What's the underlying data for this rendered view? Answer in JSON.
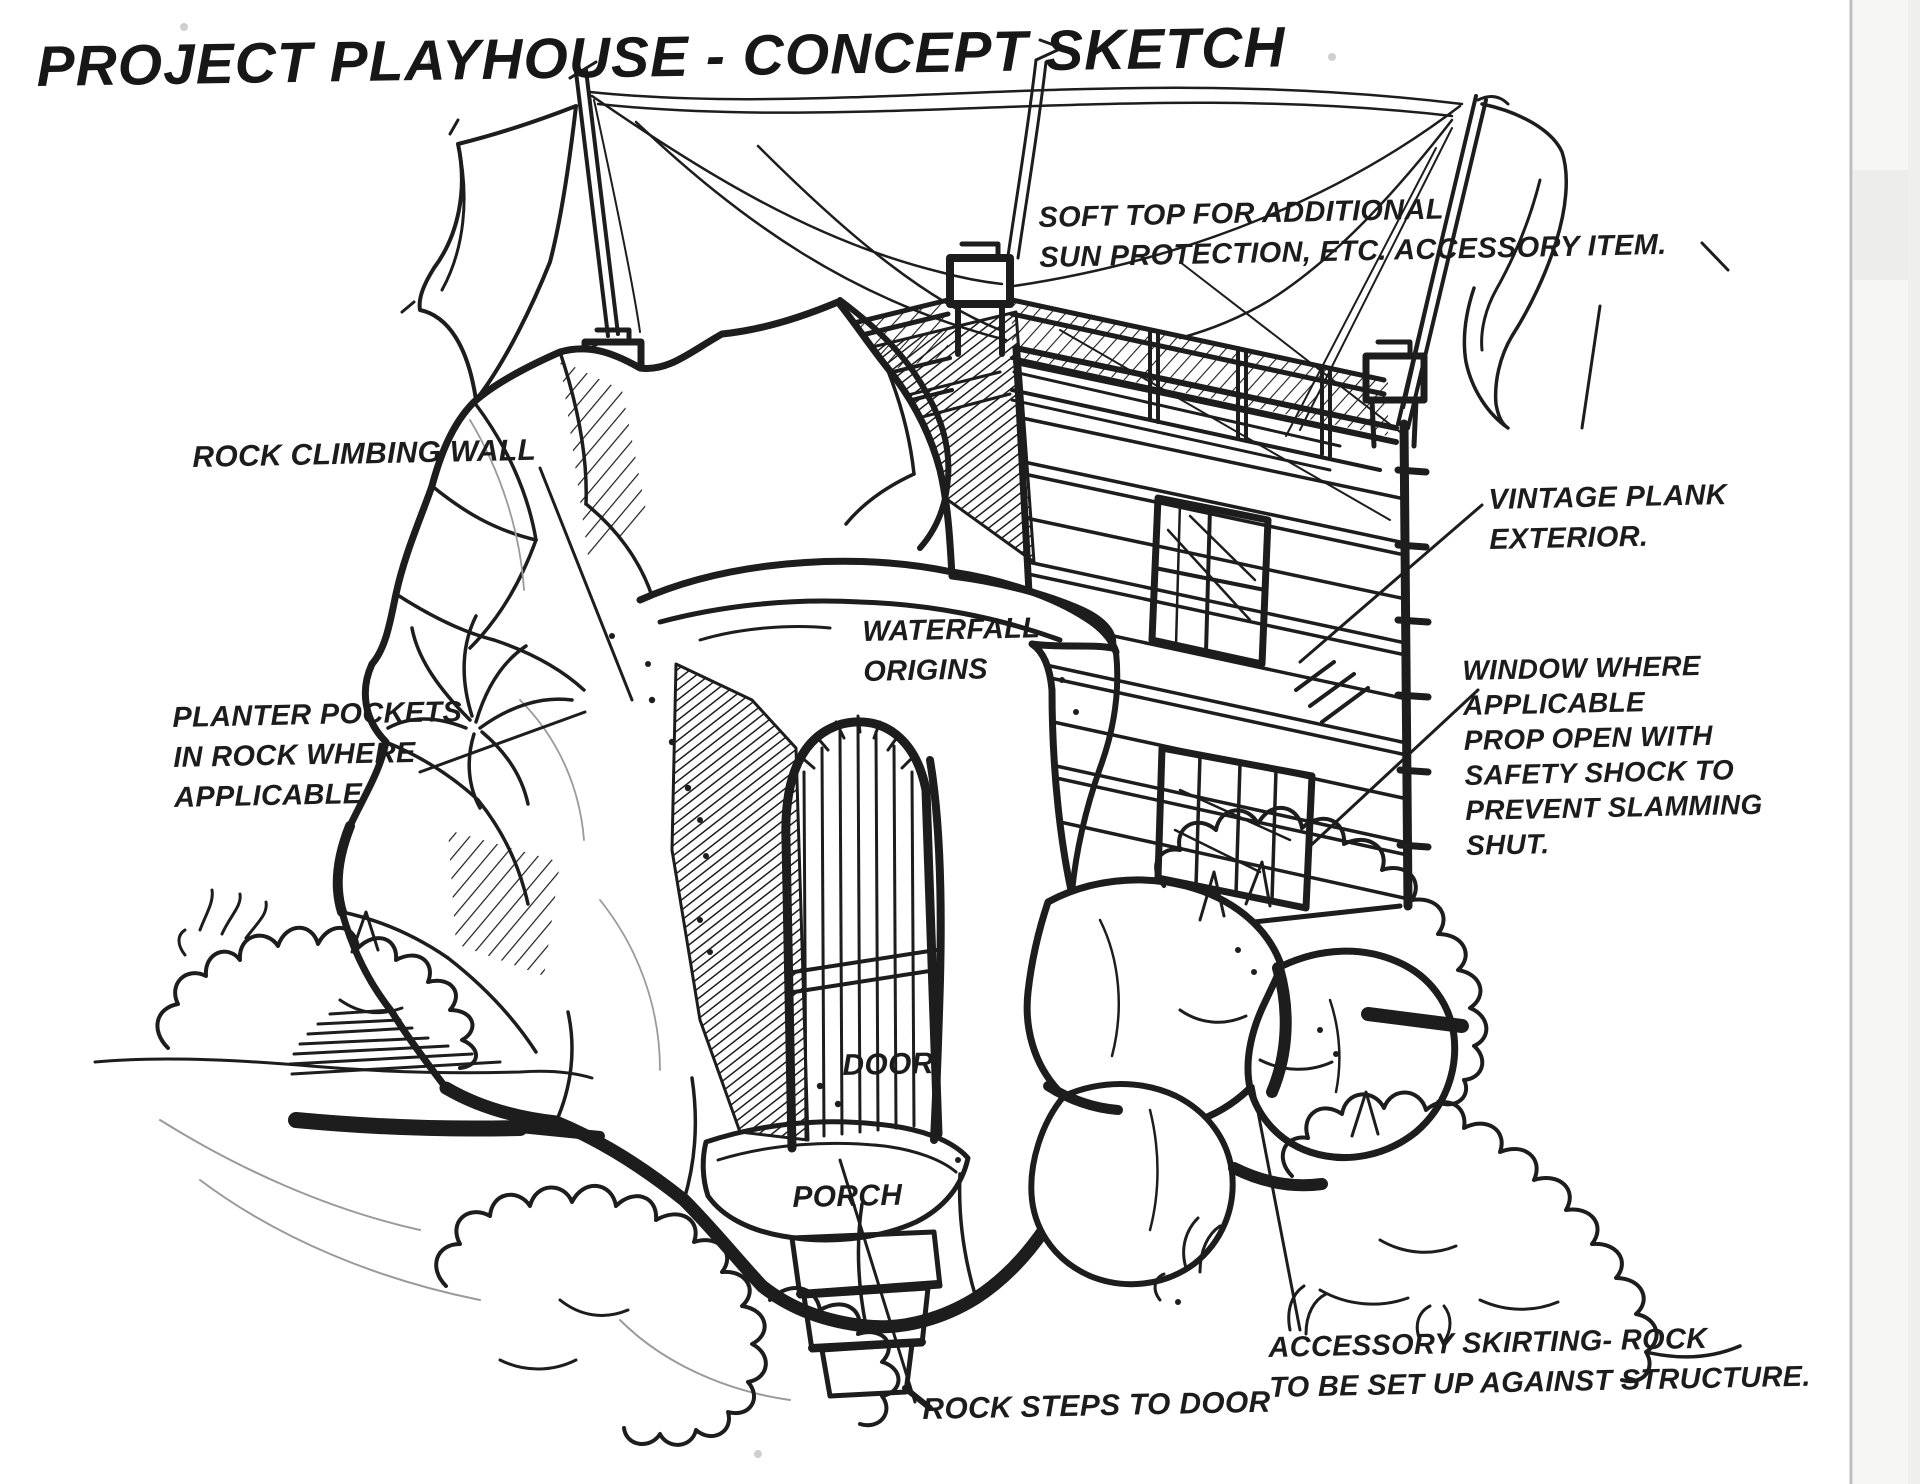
{
  "page": {
    "title": "PROJECT PLAYHOUSE - CONCEPT SKETCH",
    "type_note": "hand-drawn ink concept sketch, scanned page"
  },
  "colors": {
    "ink": "#1d1d1d",
    "paper": "#ffffff",
    "pencil": "#9a9a9a",
    "scan_line": "#bdbdbd",
    "scan_margin": "#f6f6f4"
  },
  "annotations": {
    "soft_top": "SOFT TOP FOR ADDITIONAL\nSUN PROTECTION, ETC.   ACCESSORY ITEM.",
    "rock_climbing_wall": "ROCK CLIMBING WALL",
    "vintage_plank": "VINTAGE PLANK\nEXTERIOR.",
    "waterfall_origins": "WATERFALL\nORIGINS",
    "planter_pockets": "PLANTER POCKETS\nIN ROCK WHERE\nAPPLICABLE",
    "window": "WINDOW WHERE\nAPPLICABLE\nPROP OPEN WITH\nSAFETY SHOCK TO\nPREVENT SLAMMING\nSHUT.",
    "door": "DOOR",
    "porch": "PORCH",
    "accessory_skirting": "ACCESSORY SKIRTING- ROCK\nTO BE SET UP AGAINST STRUCTURE.",
    "rock_steps": "ROCK STEPS TO DOOR"
  }
}
